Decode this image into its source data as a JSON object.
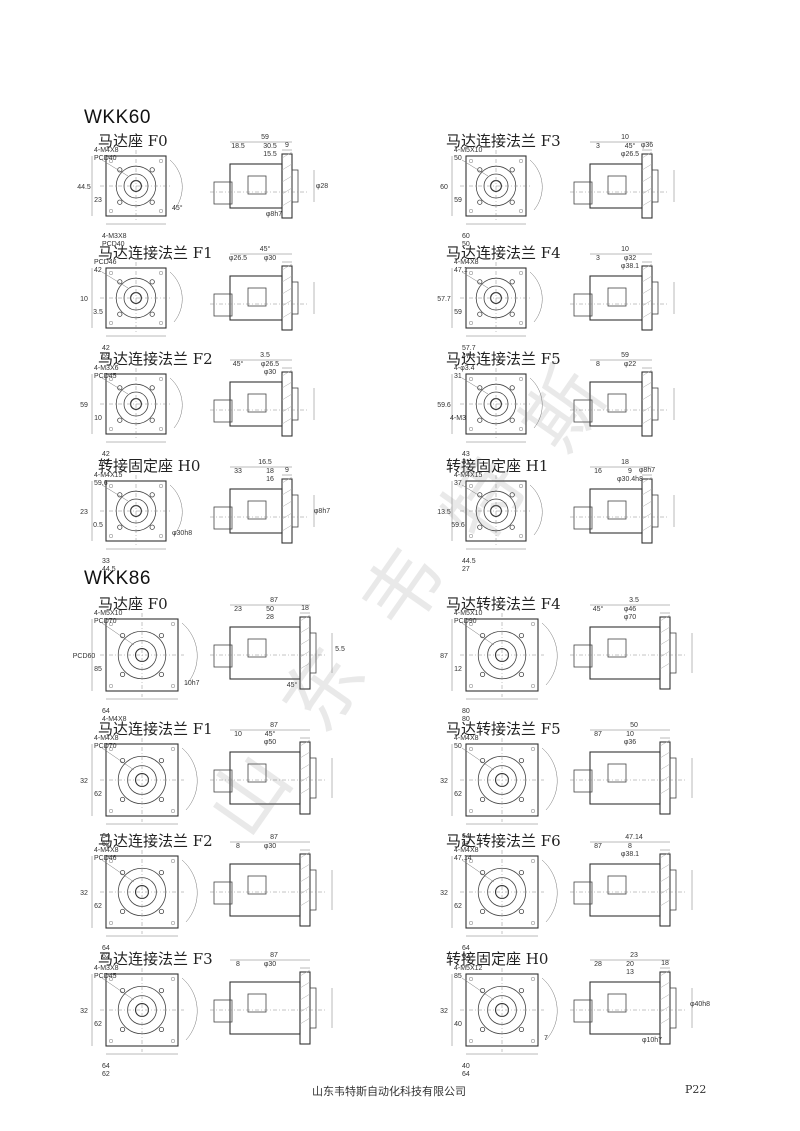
{
  "sections": [
    {
      "id": "wkk60",
      "title": "WKK60"
    },
    {
      "id": "wkk86",
      "title": "WKK86"
    }
  ],
  "wkk60": [
    {
      "caption": "马达座 F0",
      "labels": [
        "4-M4X8",
        "PCD40",
        "4-M3X8",
        "PCD40",
        "44.5",
        "23",
        "59",
        "18.5",
        "30.5",
        "15.5",
        "9",
        "45°",
        "φ28",
        "φ8h7"
      ]
    },
    {
      "caption": "马达连接法兰 F3",
      "labels": [
        "4-M5X10",
        "50",
        "60",
        "50",
        "60",
        "59",
        "10",
        "3",
        "45°",
        "φ26.5",
        "φ36"
      ]
    },
    {
      "caption": "马达连接法兰 F1",
      "labels": [
        "PCD46",
        "42",
        "42",
        "59",
        "10",
        "3.5",
        "45°",
        "φ26.5",
        "φ30"
      ]
    },
    {
      "caption": "马达连接法兰 F4",
      "labels": [
        "4-M4X8",
        "47.1",
        "57.7",
        "47.1",
        "57.7",
        "59",
        "10",
        "3",
        "φ32",
        "φ38.1"
      ]
    },
    {
      "caption": "马达连接法兰 F2",
      "labels": [
        "4-M3X6",
        "PCD45",
        "42",
        "42",
        "59",
        "10",
        "3.5",
        "45°",
        "φ26.5",
        "φ30"
      ]
    },
    {
      "caption": "马达连接法兰 F5",
      "labels": [
        "4-φ3.4",
        "31",
        "43",
        "31",
        "59.6",
        "4-M3",
        "59",
        "8",
        "φ22"
      ]
    },
    {
      "caption": "转接固定座 H0",
      "labels": [
        "4-M4X15",
        "59.6",
        "33",
        "44.5",
        "23",
        "0.5",
        "16.5",
        "33",
        "18",
        "16",
        "9",
        "φ30h8",
        "φ8h7"
      ]
    },
    {
      "caption": "转接固定座 H1",
      "labels": [
        "4-M4X15",
        "37",
        "44.5",
        "27",
        "13.5",
        "59.6",
        "18",
        "16",
        "9",
        "φ30.4h8",
        "φ8h7"
      ]
    }
  ],
  "wkk86": [
    {
      "caption": "马达座 F0",
      "labels": [
        "4-M5X10",
        "PCD70",
        "64",
        "4-M4X8",
        "PCD60",
        "85",
        "87",
        "23",
        "50",
        "28",
        "18",
        "10h7",
        "5.5",
        "45°"
      ]
    },
    {
      "caption": "马达转接法兰 F4",
      "labels": [
        "4-M5X10",
        "PCD90",
        "80",
        "80",
        "87",
        "12",
        "3.5",
        "45°",
        "φ46",
        "φ70"
      ]
    },
    {
      "caption": "马达连接法兰 F1",
      "labels": [
        "4-M4X8",
        "PCD70",
        "64",
        "62",
        "32",
        "62",
        "87",
        "10",
        "45°",
        "φ50"
      ]
    },
    {
      "caption": "马达转接法兰 F5",
      "labels": [
        "4-M4X8",
        "50",
        "64",
        "62",
        "32",
        "62",
        "50",
        "87",
        "10",
        "φ36"
      ]
    },
    {
      "caption": "马达连接法兰 F2",
      "labels": [
        "4-M4X8",
        "PCD46",
        "64",
        "62",
        "32",
        "62",
        "87",
        "8",
        "φ30"
      ]
    },
    {
      "caption": "马达转接法兰 F6",
      "labels": [
        "4-M4X8",
        "47.14",
        "64",
        "62",
        "32",
        "62",
        "47.14",
        "87",
        "8",
        "φ38.1"
      ]
    },
    {
      "caption": "马达连接法兰 F3",
      "labels": [
        "4-M3X8",
        "PCD45",
        "64",
        "62",
        "32",
        "62",
        "87",
        "8",
        "φ30"
      ]
    },
    {
      "caption": "转接固定座 H0",
      "labels": [
        "4-M5X12",
        "85",
        "40",
        "64",
        "32",
        "40",
        "23",
        "28",
        "20",
        "13",
        "18",
        "7",
        "φ40h8",
        "φ10h7"
      ]
    }
  ],
  "watermark": [
    "山",
    "东",
    "韦",
    "特",
    "斯"
  ],
  "footer": {
    "company": "山东韦特斯自动化科技有限公司",
    "page": "P22"
  }
}
